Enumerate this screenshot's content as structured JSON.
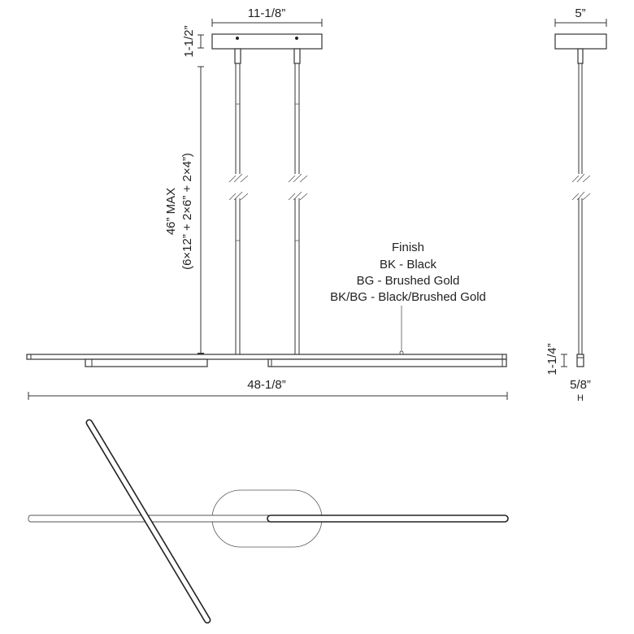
{
  "dimensions": {
    "canopy_width": "11-1/8”",
    "canopy_height": "1-1/2”",
    "overall_height": "46” MAX",
    "stem_config": "(6×12” + 2×6” + 2×4”)",
    "overall_length": "48-1/8”",
    "side_canopy_width": "5”",
    "fixture_height": "1-1/4”",
    "fixture_width": "5/8”",
    "fixture_width_marker": "H"
  },
  "finish": {
    "title": "Finish",
    "options": [
      "BK - Black",
      "BG - Brushed Gold",
      "BK/BG - Black/Brushed Gold"
    ]
  },
  "colors": {
    "line": "#333333"
  }
}
